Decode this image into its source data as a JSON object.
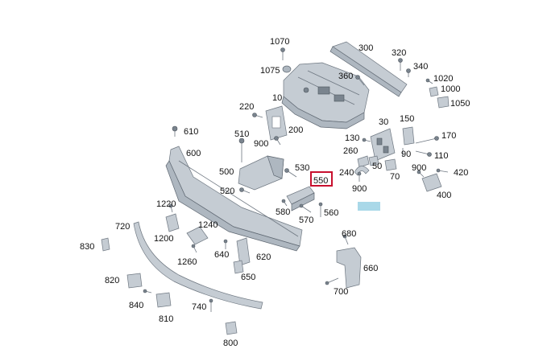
{
  "diagram": {
    "highlight_color": "#c8102e",
    "highlighted_part": "550",
    "placeholder_color": "#a9d8e8",
    "callouts": [
      {
        "id": "1070",
        "text": "1070"
      },
      {
        "id": "1075",
        "text": "1075"
      },
      {
        "id": "300",
        "text": "300"
      },
      {
        "id": "320",
        "text": "320"
      },
      {
        "id": "340",
        "text": "340"
      },
      {
        "id": "360",
        "text": "360"
      },
      {
        "id": "1020",
        "text": "1020"
      },
      {
        "id": "1000",
        "text": "1000"
      },
      {
        "id": "1050",
        "text": "1050"
      },
      {
        "id": "10",
        "text": "10"
      },
      {
        "id": "220",
        "text": "220"
      },
      {
        "id": "200",
        "text": "200"
      },
      {
        "id": "30",
        "text": "30"
      },
      {
        "id": "150",
        "text": "150"
      },
      {
        "id": "610",
        "text": "610"
      },
      {
        "id": "510",
        "text": "510"
      },
      {
        "id": "900a",
        "text": "900"
      },
      {
        "id": "130",
        "text": "130"
      },
      {
        "id": "170",
        "text": "170"
      },
      {
        "id": "600",
        "text": "600"
      },
      {
        "id": "260",
        "text": "260"
      },
      {
        "id": "90",
        "text": "90"
      },
      {
        "id": "110",
        "text": "110"
      },
      {
        "id": "500",
        "text": "500"
      },
      {
        "id": "530",
        "text": "530"
      },
      {
        "id": "50",
        "text": "50"
      },
      {
        "id": "900b",
        "text": "900"
      },
      {
        "id": "420",
        "text": "420"
      },
      {
        "id": "240",
        "text": "240"
      },
      {
        "id": "70",
        "text": "70"
      },
      {
        "id": "550",
        "text": "550"
      },
      {
        "id": "900c",
        "text": "900"
      },
      {
        "id": "400",
        "text": "400"
      },
      {
        "id": "520",
        "text": "520"
      },
      {
        "id": "1220",
        "text": "1220"
      },
      {
        "id": "580",
        "text": "580"
      },
      {
        "id": "560",
        "text": "560"
      },
      {
        "id": "570",
        "text": "570"
      },
      {
        "id": "720",
        "text": "720"
      },
      {
        "id": "1240",
        "text": "1240"
      },
      {
        "id": "1200",
        "text": "1200"
      },
      {
        "id": "680",
        "text": "680"
      },
      {
        "id": "830",
        "text": "830"
      },
      {
        "id": "640",
        "text": "640"
      },
      {
        "id": "620",
        "text": "620"
      },
      {
        "id": "1260",
        "text": "1260"
      },
      {
        "id": "660",
        "text": "660"
      },
      {
        "id": "650",
        "text": "650"
      },
      {
        "id": "820",
        "text": "820"
      },
      {
        "id": "700",
        "text": "700"
      },
      {
        "id": "840",
        "text": "840"
      },
      {
        "id": "740",
        "text": "740"
      },
      {
        "id": "810",
        "text": "810"
      },
      {
        "id": "800",
        "text": "800"
      }
    ]
  }
}
